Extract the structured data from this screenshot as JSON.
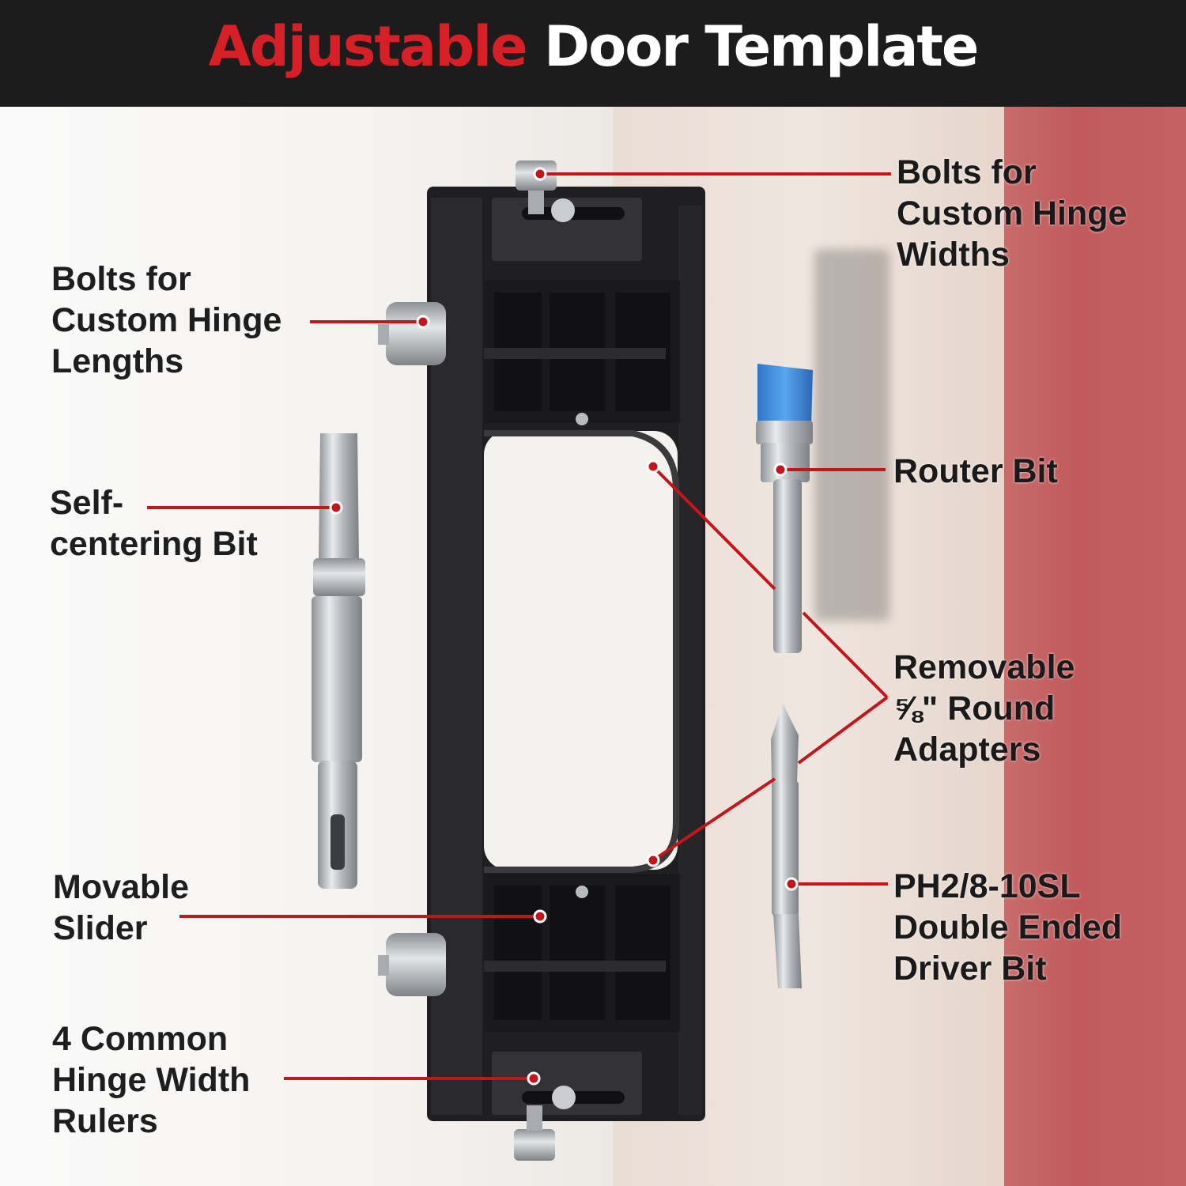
{
  "header": {
    "title_accent": "Adjustable",
    "title_main": "Door Template",
    "accent_color": "#d61f26"
  },
  "callouts": {
    "bolts_widths": [
      "Bolts for",
      "Custom Hinge",
      "Widths"
    ],
    "bolts_lengths": [
      "Bolts for",
      "Custom Hinge",
      "Lengths"
    ],
    "self_centering": [
      "Self-",
      "centering Bit"
    ],
    "router_bit": [
      "Router Bit"
    ],
    "adapters": [
      "Removable",
      "⅝\" Round",
      "Adapters"
    ],
    "movable_slider": [
      "Movable",
      "Slider"
    ],
    "driver_bit": [
      "PH2/8-10SL",
      "Double Ended",
      "Driver Bit"
    ],
    "rulers": [
      "4 Common",
      "Hinge Width",
      "Rulers"
    ]
  },
  "colors": {
    "leader_line": "#c2151c",
    "template_body": "#1f1f21",
    "router_blue": "#3f8de0",
    "steel": "#c9cccf"
  }
}
